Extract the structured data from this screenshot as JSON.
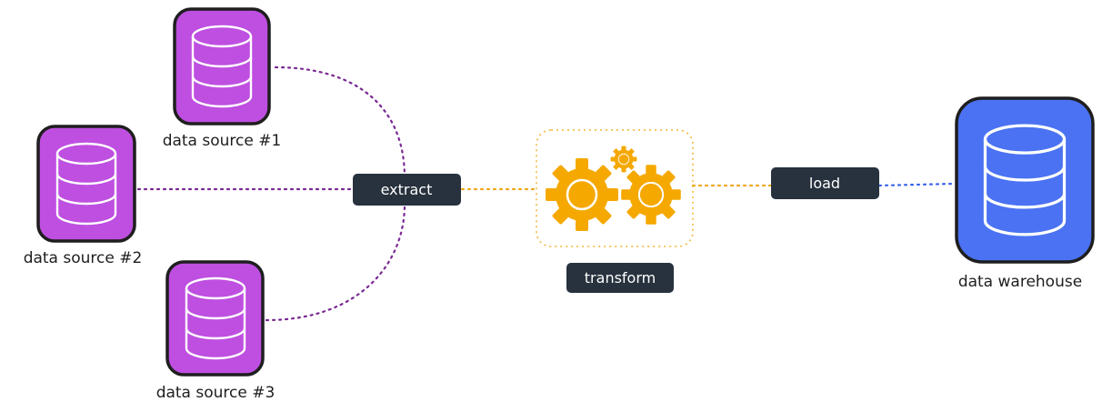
{
  "sources": [
    {
      "label": "data source #1"
    },
    {
      "label": "data source #2"
    },
    {
      "label": "data source #3"
    }
  ],
  "steps": {
    "extract": "extract",
    "transform": "transform",
    "load": "load"
  },
  "destination": {
    "label": "data warehouse"
  },
  "colors": {
    "source_fill": "#be4fe0",
    "warehouse_fill": "#4a72f2",
    "pill_fill": "#27323e",
    "gear_fill": "#f5a800",
    "source_link": "#7a2894",
    "transform_link": "#f0a81e",
    "warehouse_link": "#3b64ea",
    "outline": "#1e1e1e"
  },
  "icons": {
    "source": "database-icon",
    "transform": "gears-icon",
    "warehouse": "database-icon"
  }
}
